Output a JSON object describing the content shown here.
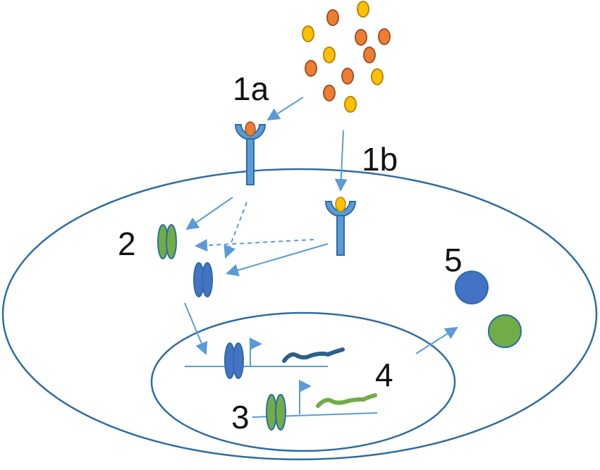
{
  "labels": {
    "l1a": "1a",
    "l1b": "1b",
    "l2": "2",
    "l3": "3",
    "l4": "4",
    "l5": "5"
  },
  "colors": {
    "membrane": "#2e6da4",
    "arrow": "#5b9bd5",
    "orange": "#ed7d31",
    "yellow": "#ffc000",
    "blue": "#4472c4",
    "green": "#70ad47",
    "mrna_blue": "#2e5f8a"
  }
}
